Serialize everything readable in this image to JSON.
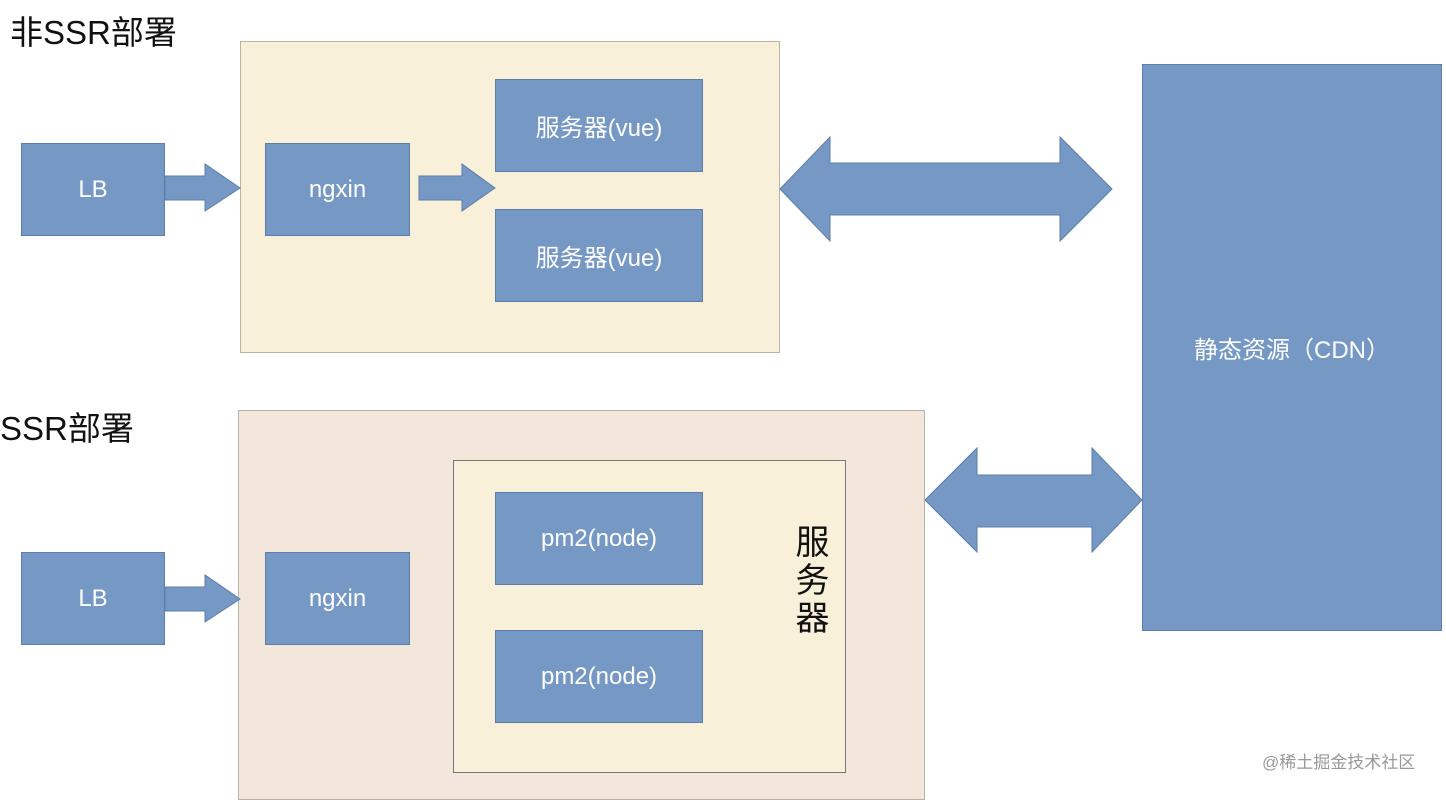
{
  "non_ssr": {
    "title": "非SSR部署",
    "lb": "LB",
    "nginx": "ngxin",
    "server1": "服务器(vue)",
    "server2": "服务器(vue)"
  },
  "ssr": {
    "title": "SSR部署",
    "lb": "LB",
    "nginx": "ngxin",
    "server_group_label": "服务器",
    "pm2_1": "pm2(node)",
    "pm2_2": "pm2(node)"
  },
  "cdn": {
    "label": "静态资源（CDN）"
  },
  "watermark": "@稀土掘金技术社区",
  "colors": {
    "box": "#7598c5",
    "panel_top": "#f8f0d9",
    "panel_bottom": "#f2e7da"
  }
}
